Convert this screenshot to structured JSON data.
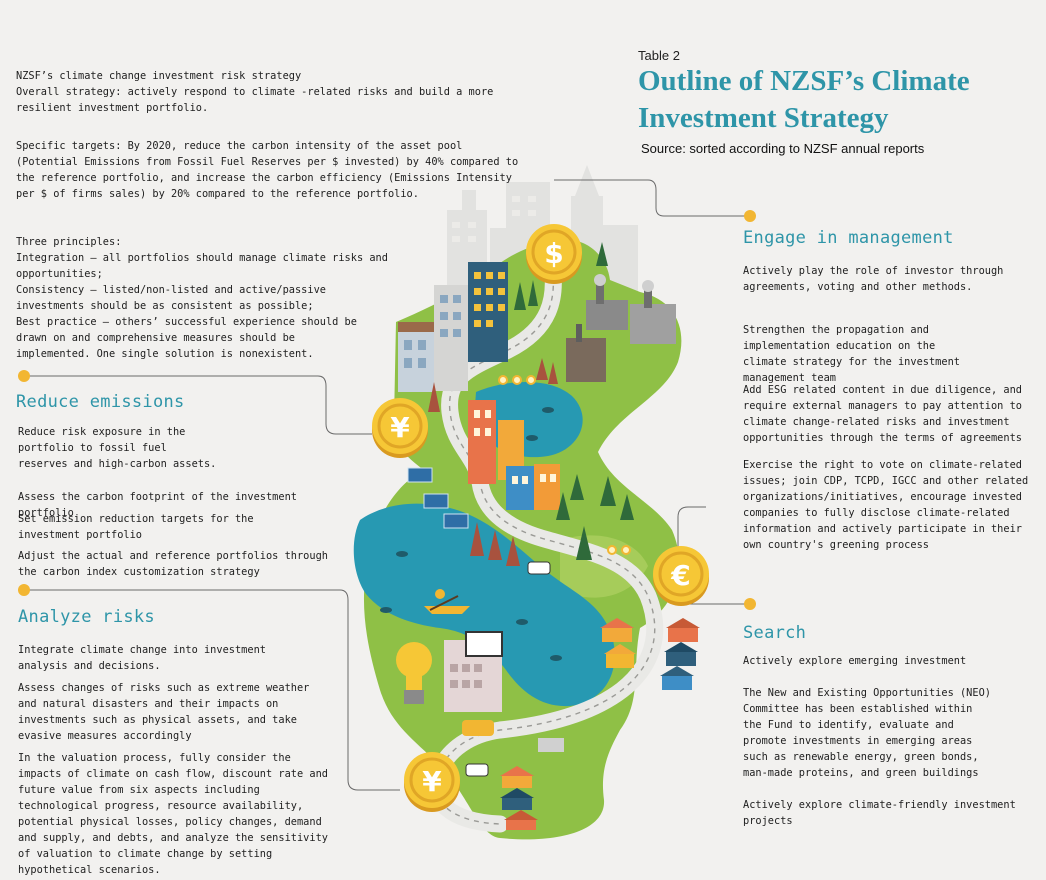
{
  "header": {
    "table_number": "Table 2",
    "title": "Outline of NZSF’s Climate Investment Strategy",
    "source": "Source: sorted according to NZSF annual reports"
  },
  "strategy": {
    "heading": "NZSF’s climate change investment risk strategy",
    "overall": "Overall strategy: actively respond to climate -related risks and build a more resilient investment portfolio.",
    "targets": "Specific targets: By 2020, reduce the carbon  intensity of the asset pool (Potential Emissions from Fossil Fuel Reserves per $ invested) by 40% compared to the reference portfolio, and increase the carbon efficiency (Emissions Intensity per $ of firms sales) by 20% compared to the reference portfolio.",
    "principles_heading": "Three principles:",
    "principles": [
      "Integration – all portfolios should manage climate risks and opportunities;",
      "Consistency – listed/non-listed and active/passive investments should be as consistent as possible;",
      "Best practice –  others’ successful experience should be drawn on and  comprehensive measures should be implemented.  One single solution is nonexistent."
    ]
  },
  "reduce_emissions": {
    "title": "Reduce emissions",
    "items": [
      "Reduce  risk exposure in the portfolio to fossil fuel reserves and high-carbon assets.",
      "Assess the carbon footprint of the investment portfolio",
      "Set emission reduction targets for the investment portfolio",
      "Adjust the actual and reference portfolios through the carbon index customization strategy"
    ]
  },
  "analyze_risks": {
    "title": "Analyze risks",
    "items": [
      "Integrate climate change into investment analysis and decisions.",
      "Assess changes of risks such as extreme weather and natural disasters and their impacts on investments such as physical assets, and take evasive measures accordingly",
      "In the valuation process, fully consider the impacts of climate on cash flow, discount rate and future value from six aspects including technological progress, resource availability, potential physical losses, policy changes, demand and supply, and debts, and analyze the sensitivity of valuation to climate change by setting hypothetical scenarios."
    ]
  },
  "engage": {
    "title": "Engage in management",
    "items": [
      "Actively play the role of investor through agreements, voting and other methods.",
      "Strengthen the propagation and implementation education on the climate strategy for the investment management team",
      "Add ESG related content in due diligence, and require external managers to pay attention to climate change-related risks and investment opportunities through the terms of agreements",
      "Exercise the right to vote on climate-related issues; join CDP, TCPD, IGCC and other related organizations/initiatives, encourage invested companies to fully disclose climate-related information and actively participate in their own country's greening process"
    ]
  },
  "search": {
    "title": "Search",
    "items": [
      "Actively explore emerging investment",
      "The New and Existing Opportunities (NEO) Committee has been established within the Fund to identify, evaluate and promote investments in emerging areas such as renewable energy, green bonds, man-made proteins, and green buildings",
      "Actively explore climate-friendly investment projects"
    ]
  },
  "coins": {
    "dollar": "$",
    "yen": "¥",
    "euro": "€"
  },
  "colors": {
    "accent": "#2e95a8",
    "gold": "#f2b632",
    "land": "#8fc046",
    "water": "#2799b2"
  }
}
